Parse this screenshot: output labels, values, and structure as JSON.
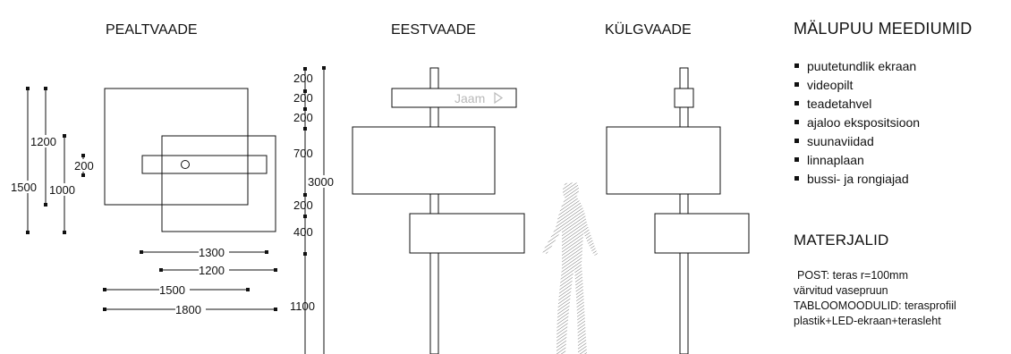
{
  "views": {
    "top": "PEALTVAADE",
    "front": "EESTVAADE",
    "side": "KÜLGVAADE"
  },
  "plan_dims": {
    "h1500": "1500",
    "h1200": "1200",
    "h1000": "1000",
    "h200": "200",
    "w1300": "1300",
    "w1200": "1200",
    "w1500": "1500",
    "w1800": "1800"
  },
  "elevation_dims": [
    "200",
    "200",
    "200",
    "700",
    "200",
    "400",
    "1100"
  ],
  "total_height": "3000",
  "sign_label": "Jaam",
  "media": {
    "title": "MÄLUPUU MEEDIUMID",
    "items": [
      "puutetundlik ekraan",
      "videopilt",
      "teadetahvel",
      "ajaloo ekspositsioon",
      "suunaviidad",
      "linnaplaan",
      "bussi- ja rongiajad"
    ]
  },
  "materials": {
    "title": "MATERJALID",
    "lines": [
      "POST: teras r=100mm",
      "värvitud vasepruun",
      "TABLOOMOODULID: terasprofiil",
      "plastik+LED-ekraan+terasleht"
    ]
  }
}
